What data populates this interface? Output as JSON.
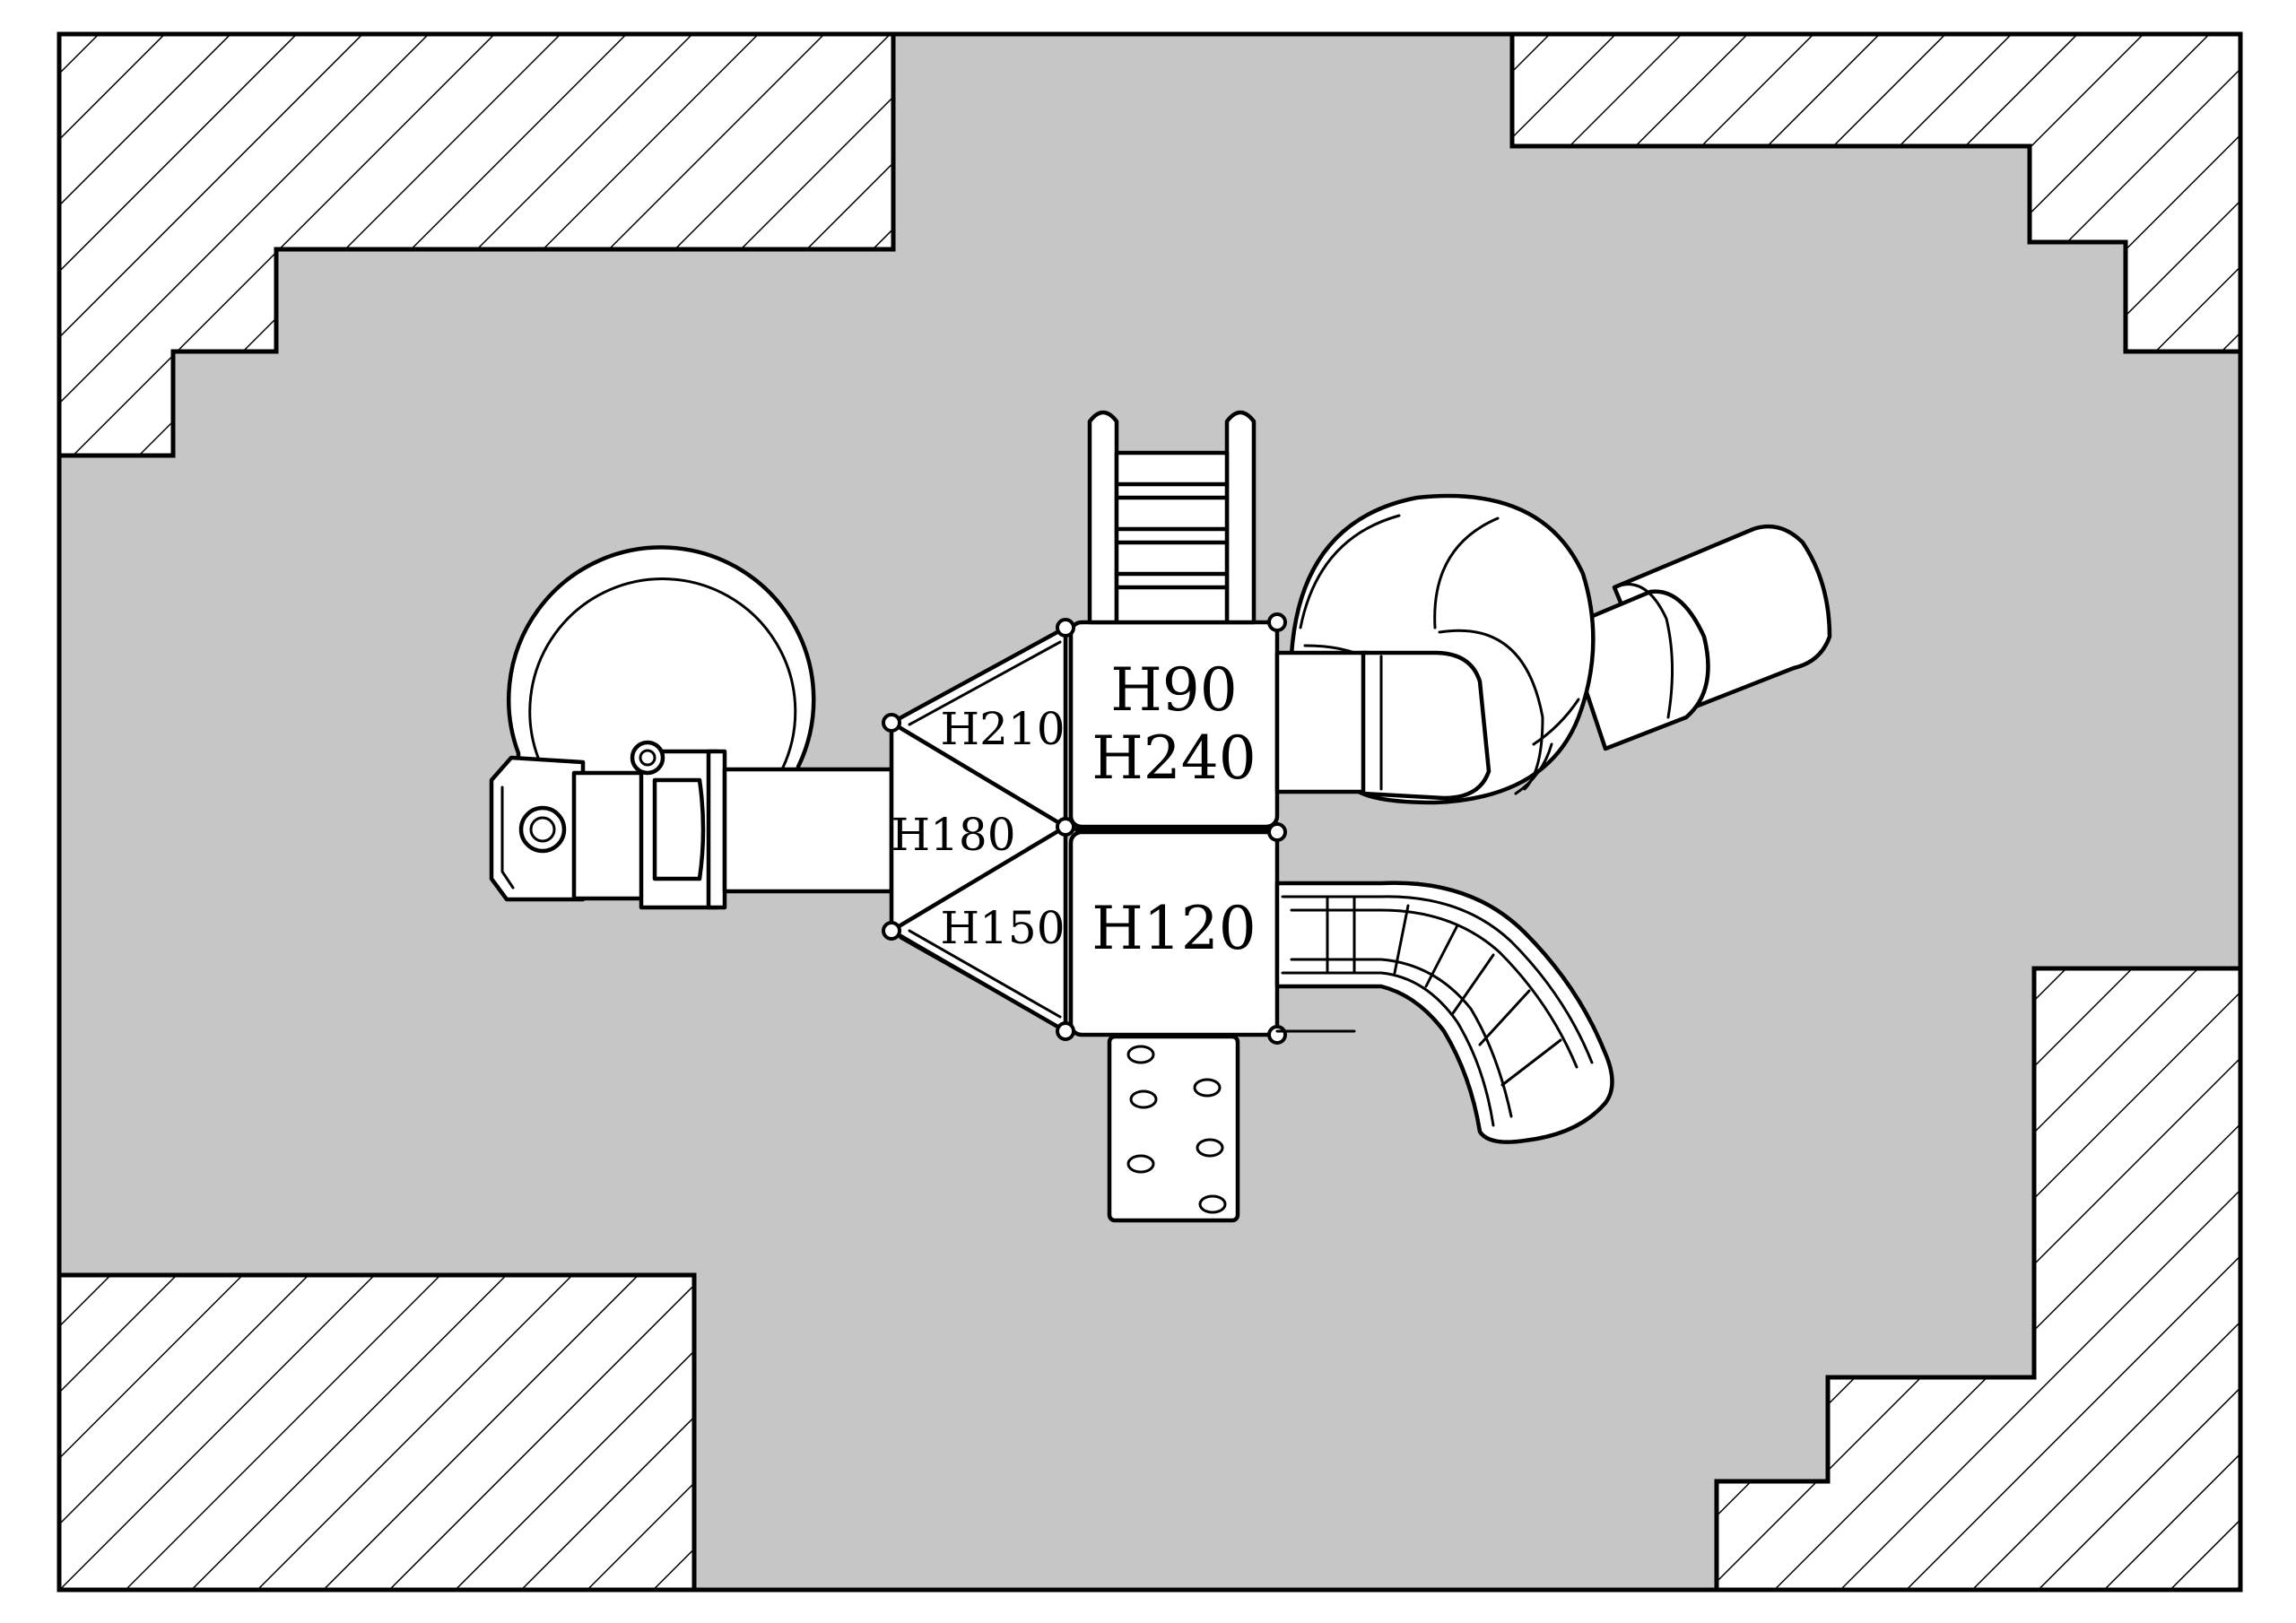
{
  "decks": {
    "upper_line1": "H90",
    "upper_line2": "H240",
    "lower": "H120"
  },
  "triangles": {
    "top": "H210",
    "middle": "H180",
    "bottom": "H150"
  },
  "colors": {
    "safety_zone": "#c6c6c6",
    "hatched_area": "#ffffff",
    "outline": "#000000",
    "equipment": "#ffffff"
  }
}
